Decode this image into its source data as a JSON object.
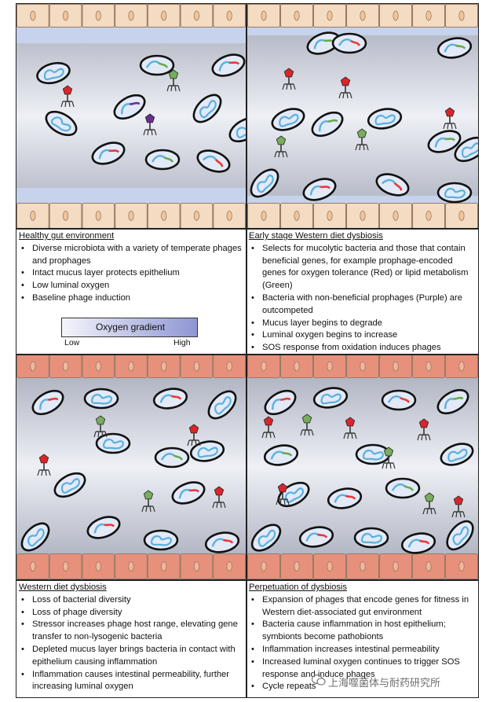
{
  "panels": [
    {
      "id": "healthy",
      "title": "Healthy gut environment",
      "bullets": [
        "Diverse microbiota with a variety of temperate phages and prophages",
        "Intact mucus layer protects epithelium",
        "Low luminal oxygen",
        "Baseline phage induction"
      ]
    },
    {
      "id": "early",
      "title": "Early stage Western diet dysbiosis",
      "bullets": [
        "Selects for mucolytic bacteria and those that contain beneficial genes, for example prophage-encoded genes for oxygen tolerance (Red) or lipid metabolism (Green)",
        "Bacteria with non-beneficial prophages (Purple) are outcompeted",
        "Mucus layer begins to degrade",
        "Luminal oxygen begins to increase",
        "SOS response from oxidation induces phages"
      ]
    },
    {
      "id": "western",
      "title": "Western diet dysbiosis",
      "bullets": [
        "Loss of bacterial diversity",
        "Loss of phage diversity",
        "Stressor increases phage host range, elevating gene transfer to non-lysogenic bacteria",
        "Depleted mucus layer brings bacteria in contact with epithelium causing inflammation",
        "Inflammation causes intestinal permeability, further increasing luminal oxygen"
      ]
    },
    {
      "id": "perpetuation",
      "title": "Perpetuation of dysbiosis",
      "bullets": [
        "Expansion of phages that encode genes for fitness in Western diet-associated gut environment",
        "Bacteria cause inflammation in host epithelium; symbionts become pathobionts",
        "Inflammation increases intestinal permeability",
        "Increased luminal oxygen continues to trigger SOS response and induce phages",
        "Cycle repeats"
      ]
    }
  ],
  "legend": {
    "title": "Oxygen gradient",
    "low": "Low",
    "high": "High"
  },
  "watermark": "上海噬菌体与耐药研究所",
  "colors": {
    "epithelium_healthy": "#f3dcc2",
    "epithelium_inflamed": "#e7907c",
    "mucus": "#c7d2ec",
    "lumen_low": "#eef0f6",
    "lumen_high": "#a2a7b6",
    "bacterium_fill": "#e2e9f7",
    "prophage_blue": "#5ab0df",
    "gene_red": "#e8383b",
    "gene_green": "#6aa84f",
    "phage_red": "#d9262b",
    "phage_green": "#78ad5b",
    "phage_purple": "#6b2e8c"
  }
}
